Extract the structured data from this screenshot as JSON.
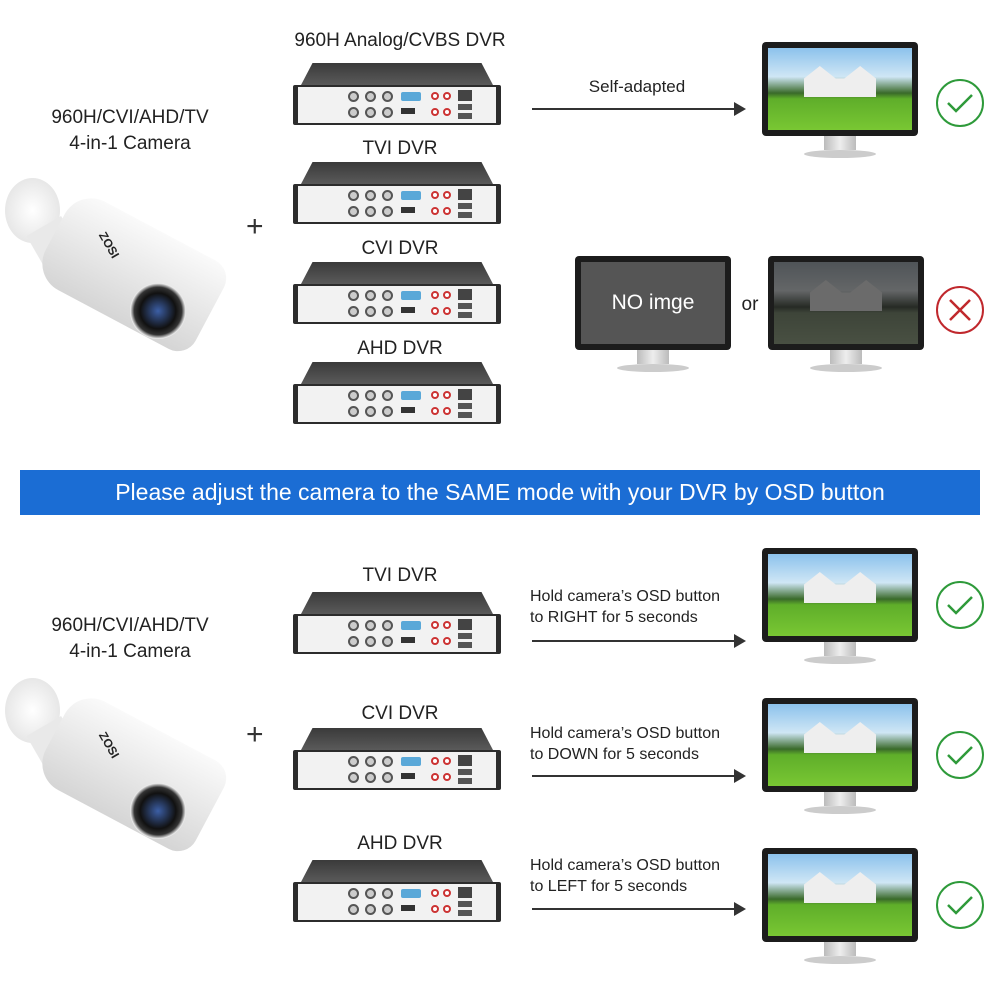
{
  "camera_label": {
    "line1": "960H/CVI/AHD/TV",
    "line2": "4-in-1 Camera",
    "brand": "ZOSI"
  },
  "plus": "+",
  "top": {
    "dvrs": [
      "960H Analog/CVBS DVR",
      "TVI DVR",
      "CVI DVR",
      "AHD DVR"
    ],
    "arrow_label": "Self-adapted",
    "no_image_text": "NO imge",
    "or_text": "or",
    "result_ok": "check-icon",
    "result_bad": "x-icon"
  },
  "banner": "Please adjust the camera to the SAME mode with your DVR by OSD button",
  "bottom": {
    "rows": [
      {
        "dvr": "TVI DVR",
        "line1": "Hold camera’s OSD button",
        "line2": "to RIGHT for 5 seconds"
      },
      {
        "dvr": "CVI DVR",
        "line1": "Hold camera’s OSD button",
        "line2": "to DOWN for 5 seconds"
      },
      {
        "dvr": "AHD DVR",
        "line1": "Hold camera’s OSD button",
        "line2": "to LEFT for 5 seconds"
      }
    ]
  },
  "colors": {
    "banner": "#1b6dd4",
    "ok": "#2e9a3a",
    "bad": "#c0282d"
  }
}
